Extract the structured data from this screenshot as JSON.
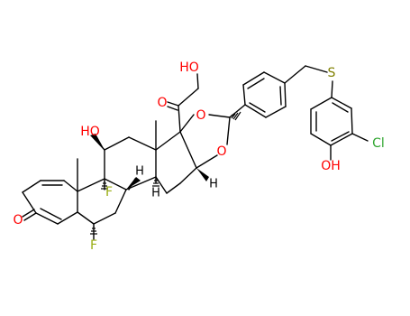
{
  "colors": {
    "background": "#ffffff",
    "bond": "#000000",
    "oxygen": "#ff0000",
    "fluorine": "#99ad14",
    "sulfur": "#808000",
    "chlorine": "#2fa52f",
    "hydrogen": "#000000"
  },
  "labels": {
    "ketone_top": "O",
    "hydroxymethyl_oh": "HO",
    "acetal_o_upper": "O",
    "acetal_o_lower": "O",
    "hydroxy_c11": "HO",
    "fluoro_c9": "F",
    "fluoro_c6": "F",
    "ketone_c3": "O",
    "sulfur": "S",
    "chloro": "Cl",
    "phenol_oh": "OH",
    "h_c8": "H",
    "h_c14": "H",
    "h_c16": "H"
  }
}
